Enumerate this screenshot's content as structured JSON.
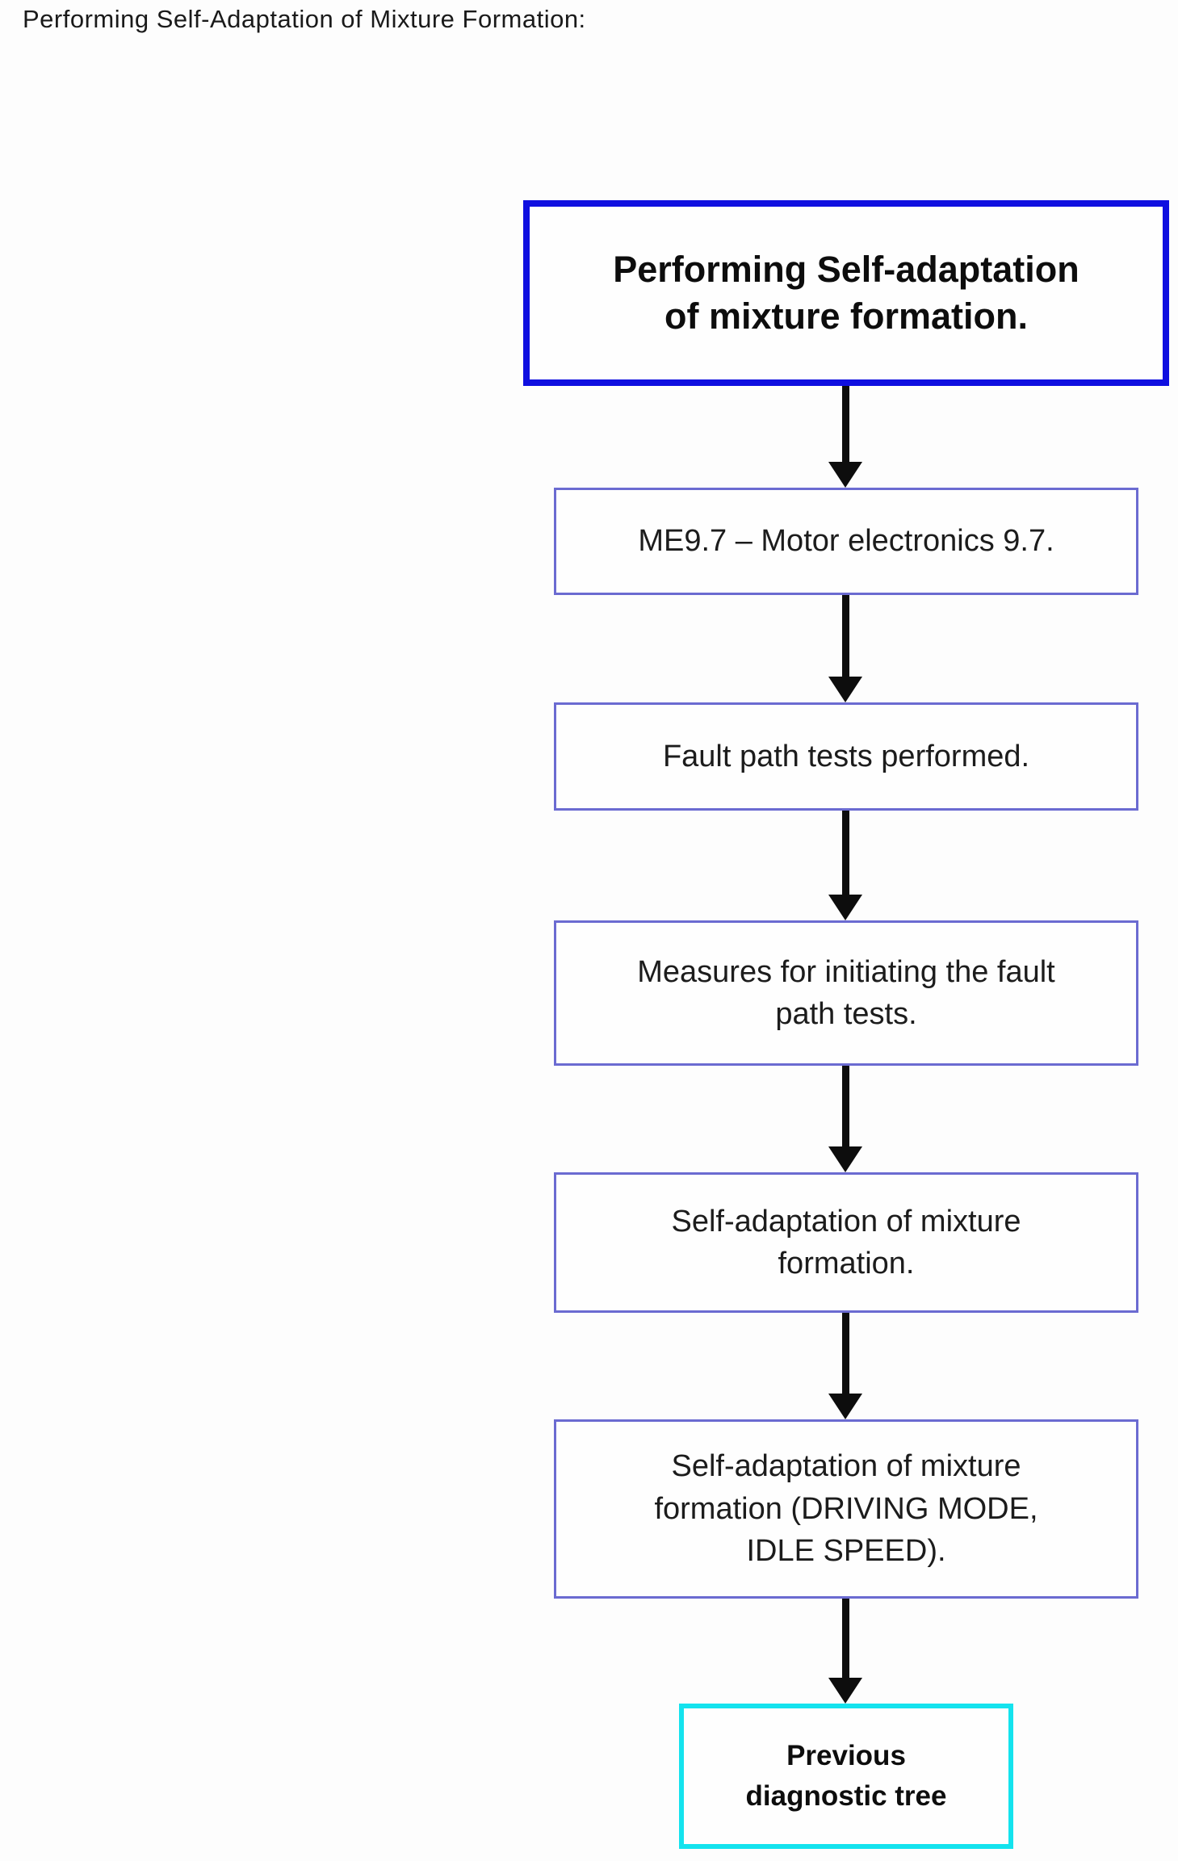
{
  "page": {
    "heading": "Performing Self-Adaptation of Mixture Formation:"
  },
  "colors": {
    "start_node_border": "#0f0fe0",
    "step_node_border": "#6b6bd1",
    "end_node_border": "#14e3ee",
    "arrow": "#0d0d0d",
    "text": "#111111",
    "background": "#fdfdfd"
  },
  "flowchart": {
    "type": "vertical-flow",
    "nodes": [
      {
        "id": "start",
        "label": "Performing Self-adaptation\nof mixture formation."
      },
      {
        "id": "ecu",
        "label": "ME9.7 – Motor electronics 9.7."
      },
      {
        "id": "fault-tests",
        "label": "Fault path tests performed."
      },
      {
        "id": "measures",
        "label": "Measures for initiating the fault\npath tests."
      },
      {
        "id": "self-adaptation",
        "label": "Self-adaptation of mixture\nformation."
      },
      {
        "id": "self-adaptation-modes",
        "label": "Self-adaptation of mixture\nformation (DRIVING MODE,\nIDLE SPEED)."
      },
      {
        "id": "previous-tree",
        "label": "Previous\ndiagnostic tree"
      }
    ]
  }
}
